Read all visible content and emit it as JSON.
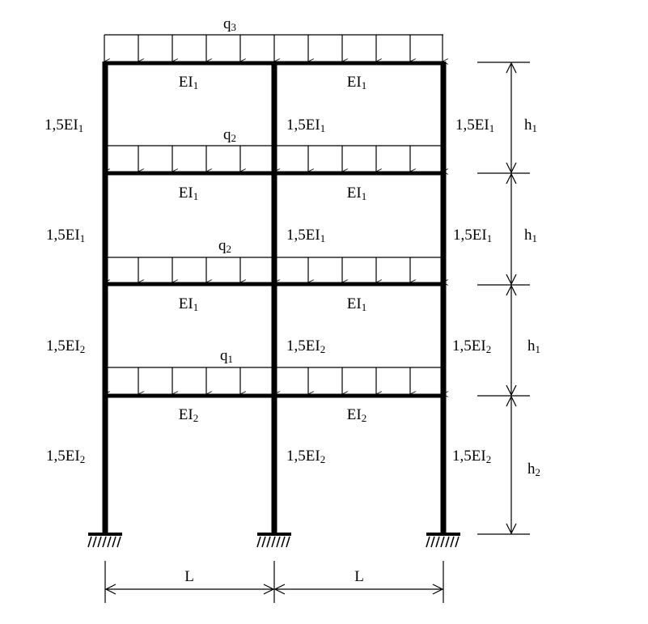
{
  "loads": {
    "top": {
      "base": "q",
      "sub": "3"
    },
    "floor3": {
      "base": "q",
      "sub": "2"
    },
    "floor2": {
      "base": "q",
      "sub": "2"
    },
    "floor1": {
      "base": "q",
      "sub": "1"
    }
  },
  "beams": {
    "roof_left": {
      "base": "EI",
      "sub": "1"
    },
    "roof_right": {
      "base": "EI",
      "sub": "1"
    },
    "f3_left": {
      "base": "EI",
      "sub": "1"
    },
    "f3_right": {
      "base": "EI",
      "sub": "1"
    },
    "f2_left": {
      "base": "EI",
      "sub": "1"
    },
    "f2_right": {
      "base": "EI",
      "sub": "1"
    },
    "f1_left": {
      "base": "EI",
      "sub": "2"
    },
    "f1_right": {
      "base": "EI",
      "sub": "2"
    }
  },
  "columns": {
    "s4_left": {
      "base": "1,5EI",
      "sub": "1"
    },
    "s4_mid": {
      "base": "1,5EI",
      "sub": "1"
    },
    "s4_right": {
      "base": "1,5EI",
      "sub": "1"
    },
    "s3_left": {
      "base": "1,5EI",
      "sub": "1"
    },
    "s3_mid": {
      "base": "1,5EI",
      "sub": "1"
    },
    "s3_right": {
      "base": "1,5EI",
      "sub": "1"
    },
    "s2_left": {
      "base": "1,5EI",
      "sub": "2"
    },
    "s2_mid": {
      "base": "1,5EI",
      "sub": "2"
    },
    "s2_right": {
      "base": "1,5EI",
      "sub": "2"
    },
    "s1_left": {
      "base": "1,5EI",
      "sub": "2"
    },
    "s1_mid": {
      "base": "1,5EI",
      "sub": "2"
    },
    "s1_right": {
      "base": "1,5EI",
      "sub": "2"
    }
  },
  "heights": {
    "h_top": {
      "base": "h",
      "sub": "1"
    },
    "h_3": {
      "base": "h",
      "sub": "1"
    },
    "h_2": {
      "base": "h",
      "sub": "1"
    },
    "h_bottom": {
      "base": "h",
      "sub": "2"
    }
  },
  "spans": {
    "left": "L",
    "right": "L"
  }
}
